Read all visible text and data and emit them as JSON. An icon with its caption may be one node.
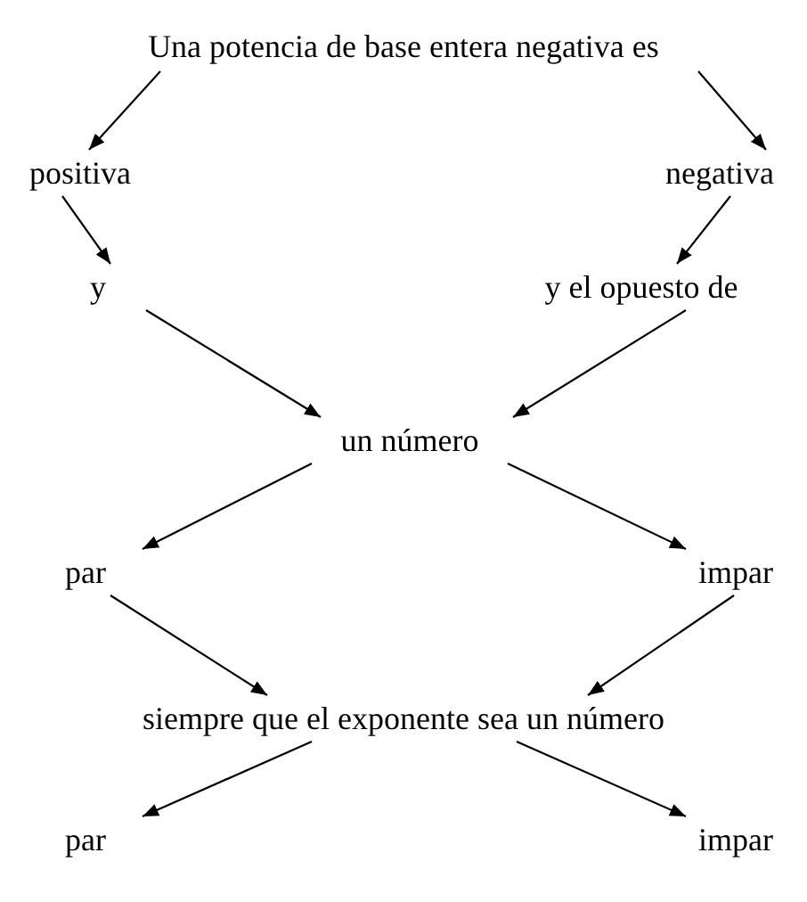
{
  "diagram": {
    "nodes": [
      {
        "text": [
          "Una potencia de base entera negativa es"
        ]
      },
      {
        "text": [
          "positiva"
        ]
      },
      {
        "text": [
          "negativa"
        ]
      },
      {
        "text": [
          "y"
        ]
      },
      {
        "text": [
          "y el opuesto de"
        ]
      },
      {
        "text": [
          "un número"
        ]
      },
      {
        "text": [
          "par"
        ]
      },
      {
        "text": [
          "impar"
        ]
      },
      {
        "text": [
          "siempre que el exponente sea un número"
        ]
      },
      {
        "text": [
          "par"
        ]
      },
      {
        "text": [
          "impar"
        ]
      }
    ],
    "edges": [
      {
        "from": 0,
        "to": 1,
        "arrow": "to"
      },
      {
        "from": 0,
        "to": 2,
        "arrow": "to"
      },
      {
        "from": 1,
        "to": 3,
        "arrow": "to"
      },
      {
        "from": 2,
        "to": 4,
        "arrow": "to"
      },
      {
        "from": 3,
        "to": 5,
        "arrow": "to"
      },
      {
        "from": 4,
        "to": 5,
        "arrow": "to"
      },
      {
        "from": 5,
        "to": 6,
        "arrow": "to"
      },
      {
        "from": 5,
        "to": 7,
        "arrow": "to"
      },
      {
        "from": 6,
        "to": 8,
        "arrow": "to"
      },
      {
        "from": 7,
        "to": 8,
        "arrow": "to"
      },
      {
        "from": 8,
        "to": 9,
        "arrow": "to"
      },
      {
        "from": 8,
        "to": 10,
        "arrow": "to"
      }
    ]
  }
}
